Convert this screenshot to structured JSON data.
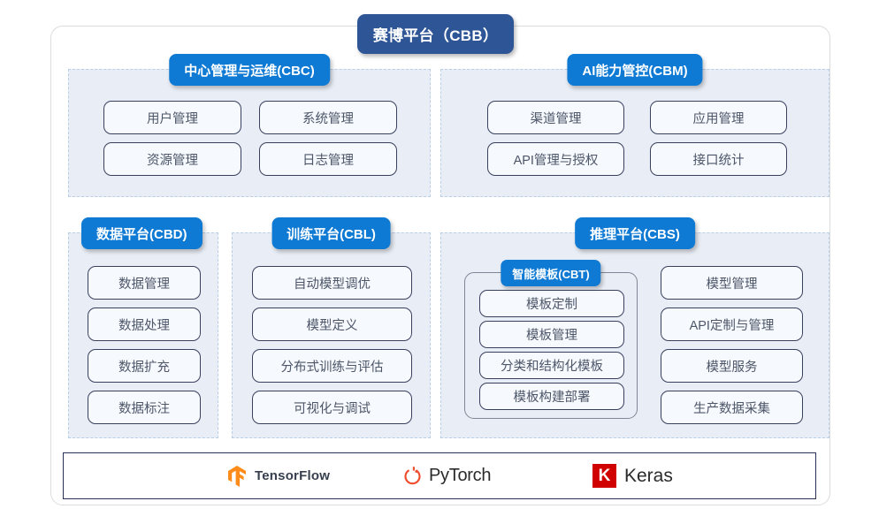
{
  "title": {
    "label": "赛博平台（CBB）"
  },
  "sections": [
    {
      "id": "cbc",
      "label": "中心管理与运维(CBC)",
      "badge_align": "center",
      "items": [
        "用户管理",
        "系统管理",
        "资源管理",
        "日志管理"
      ]
    },
    {
      "id": "cbm",
      "label": "AI能力管控(CBM)",
      "badge_align": "center",
      "items": [
        "渠道管理",
        "应用管理",
        "API管理与授权",
        "接口统计"
      ]
    },
    {
      "id": "cbd",
      "label": "数据平台(CBD)",
      "badge_align": "left",
      "items": [
        "数据管理",
        "数据处理",
        "数据扩充",
        "数据标注"
      ]
    },
    {
      "id": "cbl",
      "label": "训练平台(CBL)",
      "badge_align": "center",
      "items": [
        "自动模型调优",
        "模型定义",
        "分布式训练与评估",
        "可视化与调试"
      ]
    },
    {
      "id": "cbs",
      "label": "推理平台(CBS)",
      "badge_align": "center",
      "subpanel": {
        "label": "智能模板(CBT)",
        "items": [
          "模板定制",
          "模板管理",
          "分类和结构化模板",
          "模板构建部署"
        ]
      },
      "items": [
        "模型管理",
        "API定制与管理",
        "模型服务",
        "生产数据采集"
      ]
    }
  ],
  "frameworks": [
    {
      "name": "TensorFlow",
      "icon": "tensorflow-icon",
      "color": "#ff8c1a"
    },
    {
      "name": "PyTorch",
      "icon": "pytorch-icon",
      "color": "#ee4c2c"
    },
    {
      "name": "Keras",
      "icon": "keras-icon",
      "color": "#d00000",
      "mark": "K"
    }
  ],
  "colors": {
    "title_badge": "#2e5596",
    "section_badge": "#0f7ad4",
    "section_fill": "#e9edf5",
    "section_border": "#b9cfe8",
    "card_border": "#39405e",
    "card_fill": "#f6f9fd",
    "card_text": "#4d5669"
  }
}
